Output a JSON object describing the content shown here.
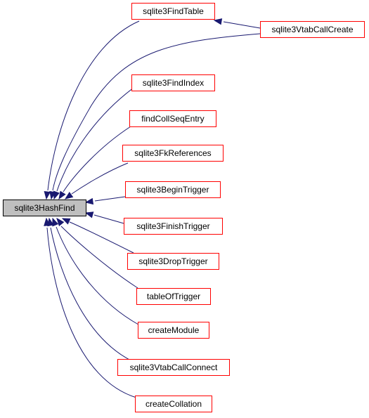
{
  "graph": {
    "root": {
      "id": "sqlite3HashFind",
      "label": "sqlite3HashFind"
    },
    "nodes": [
      {
        "id": "sqlite3FindTable",
        "label": "sqlite3FindTable"
      },
      {
        "id": "sqlite3VtabCallCreate",
        "label": "sqlite3VtabCallCreate"
      },
      {
        "id": "sqlite3FindIndex",
        "label": "sqlite3FindIndex"
      },
      {
        "id": "findCollSeqEntry",
        "label": "findCollSeqEntry"
      },
      {
        "id": "sqlite3FkReferences",
        "label": "sqlite3FkReferences"
      },
      {
        "id": "sqlite3BeginTrigger",
        "label": "sqlite3BeginTrigger"
      },
      {
        "id": "sqlite3FinishTrigger",
        "label": "sqlite3FinishTrigger"
      },
      {
        "id": "sqlite3DropTrigger",
        "label": "sqlite3DropTrigger"
      },
      {
        "id": "tableOfTrigger",
        "label": "tableOfTrigger"
      },
      {
        "id": "createModule",
        "label": "createModule"
      },
      {
        "id": "sqlite3VtabCallConnect",
        "label": "sqlite3VtabCallConnect"
      },
      {
        "id": "createCollation",
        "label": "createCollation"
      }
    ],
    "edges": [
      {
        "from": "sqlite3FindTable",
        "to": "sqlite3HashFind"
      },
      {
        "from": "sqlite3VtabCallCreate",
        "to": "sqlite3FindTable"
      },
      {
        "from": "sqlite3VtabCallCreate",
        "to": "sqlite3HashFind"
      },
      {
        "from": "sqlite3FindIndex",
        "to": "sqlite3HashFind"
      },
      {
        "from": "findCollSeqEntry",
        "to": "sqlite3HashFind"
      },
      {
        "from": "sqlite3FkReferences",
        "to": "sqlite3HashFind"
      },
      {
        "from": "sqlite3BeginTrigger",
        "to": "sqlite3HashFind"
      },
      {
        "from": "sqlite3FinishTrigger",
        "to": "sqlite3HashFind"
      },
      {
        "from": "sqlite3DropTrigger",
        "to": "sqlite3HashFind"
      },
      {
        "from": "tableOfTrigger",
        "to": "sqlite3HashFind"
      },
      {
        "from": "createModule",
        "to": "sqlite3HashFind"
      },
      {
        "from": "sqlite3VtabCallConnect",
        "to": "sqlite3HashFind"
      },
      {
        "from": "createCollation",
        "to": "sqlite3HashFind"
      }
    ],
    "colors": {
      "edge": "#191970",
      "node_border": "#ff0000",
      "root_fill": "#bfbfbf",
      "root_border": "#000000"
    }
  }
}
